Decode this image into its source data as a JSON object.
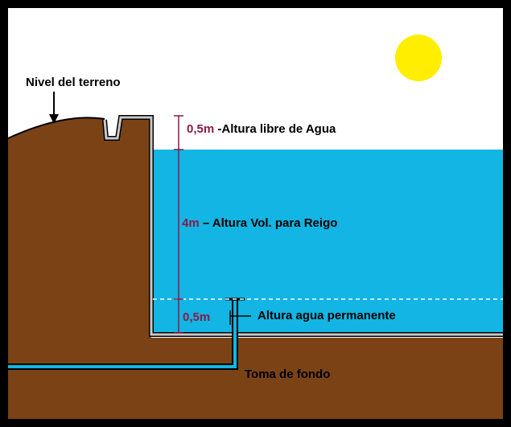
{
  "colors": {
    "sky": "#ffffff",
    "earth": "#7b4216",
    "water": "#12b5e3",
    "sun": "#ffee00",
    "wall": "#c8c8c8",
    "pipe": "#12b5e3",
    "dimension": "#8b1a4a",
    "frame": "#000000",
    "dashed_line": "#ffffff"
  },
  "labels": {
    "ground_level": "Nivel del terreno",
    "freeboard": {
      "value": "0,5m",
      "text": "-Altura libre de Agua"
    },
    "irrigation": {
      "value": "4m",
      "text": " – Altura Vol. para Reigo"
    },
    "permanent": {
      "value": "0,5m",
      "text": "Altura agua permanente"
    },
    "outlet": "Toma de fondo"
  },
  "icons": {
    "sun": "sun-icon",
    "ground_arrow": "arrow-down-icon"
  }
}
